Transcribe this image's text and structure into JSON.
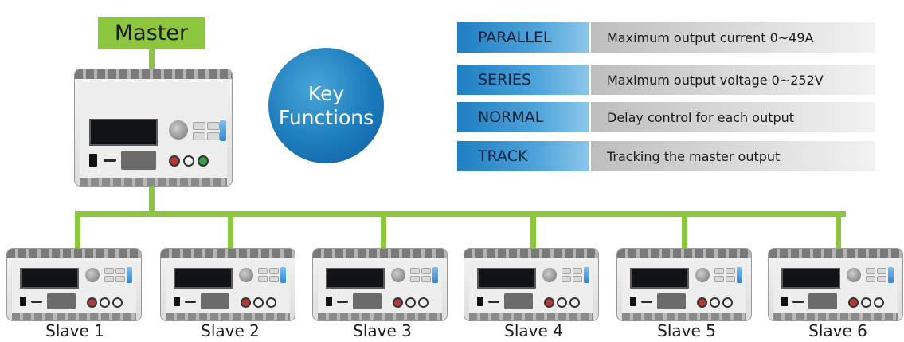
{
  "master": {
    "label": "Master"
  },
  "key_functions": {
    "title_line1": "Key",
    "title_line2": "Functions",
    "rows": [
      {
        "mode": "PARALLEL",
        "description": "Maximum output current 0~49A"
      },
      {
        "mode": "SERIES",
        "description": "Maximum output voltage 0~252V"
      },
      {
        "mode": "NORMAL",
        "description": "Delay control for each output"
      },
      {
        "mode": "TRACK",
        "description": "Tracking the master output"
      }
    ]
  },
  "slaves": [
    {
      "label": "Slave 1"
    },
    {
      "label": "Slave 2"
    },
    {
      "label": "Slave 3"
    },
    {
      "label": "Slave 4"
    },
    {
      "label": "Slave 5"
    },
    {
      "label": "Slave 6"
    }
  ],
  "colors": {
    "connector_green": "#8cc63f",
    "bubble_blue": "#1b7bbd",
    "mode_blue": "#4da3da",
    "description_gray": "#d9d9d9"
  }
}
